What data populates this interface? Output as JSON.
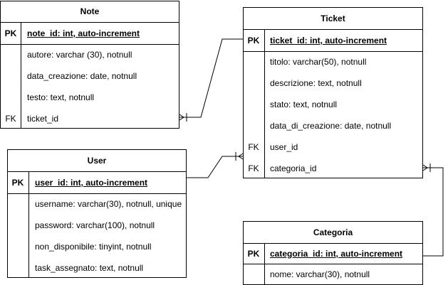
{
  "entities": {
    "note": {
      "title": "Note",
      "pk": {
        "key": "PK",
        "field": "note_id:  int,  auto-increment"
      },
      "fields": [
        "autore:   varchar (30),  notnull",
        "data_creazione: date,   notnull",
        "testo:     text,  notnull"
      ],
      "fk": {
        "key": "FK",
        "field": "ticket_id"
      }
    },
    "ticket": {
      "title": "Ticket",
      "pk": {
        "key": "PK",
        "field": "ticket_id:     int, auto-increment"
      },
      "fields": [
        "titolo:  varchar(50),  notnull",
        "descrizione:  text,   notnull",
        "stato:  text,    notnull",
        "data_di_creazione:  date,   notnull"
      ],
      "fk1": {
        "key": "FK",
        "field": "user_id"
      },
      "fk2": {
        "key": "FK",
        "field": "categoria_id"
      }
    },
    "user": {
      "title": "User",
      "pk": {
        "key": "PK",
        "field": "user_id:   int,  auto-increment"
      },
      "fields": [
        "username: varchar(30), notnull, unique",
        "password: varchar(100), notnull",
        "non_disponibile:  tinyint, notnull",
        "task_assegnato:  text, notnull"
      ]
    },
    "categoria": {
      "title": "Categoria",
      "pk": {
        "key": "PK",
        "field": "categoria_id:  int,  auto-increment"
      },
      "fields": [
        "nome:    varchar(30),   notnull"
      ]
    }
  }
}
